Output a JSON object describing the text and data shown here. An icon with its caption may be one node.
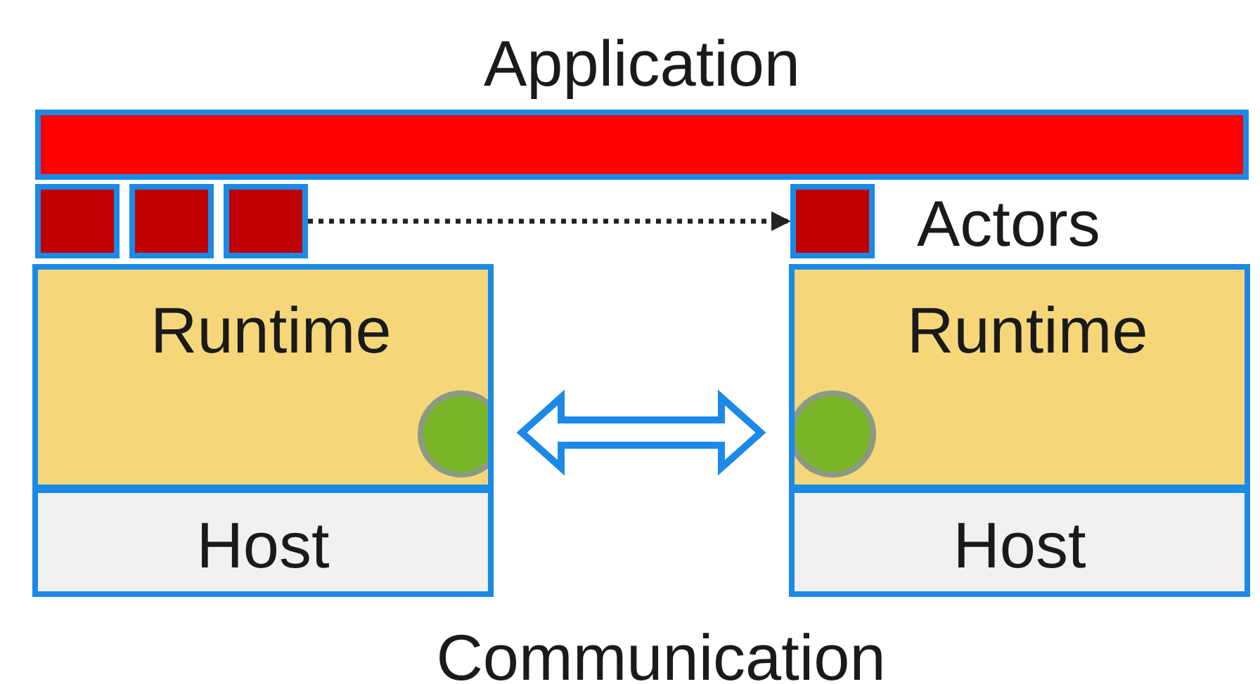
{
  "diagram": {
    "nodes": [
      {
        "text": [
          "Application"
        ]
      },
      {
        "text": [],
        "shape": "box"
      },
      {
        "text": [],
        "shape": "box"
      },
      {
        "text": [],
        "shape": "box"
      },
      {
        "text": [],
        "shape": "box"
      },
      {
        "text": [
          "Runtime"
        ]
      },
      {
        "text": [],
        "shape": "circle",
        "in": 5
      },
      {
        "text": [
          "Host"
        ]
      },
      {
        "text": [
          "Runtime"
        ]
      },
      {
        "text": [],
        "shape": "circle",
        "in": 8
      },
      {
        "text": [
          "Host"
        ]
      }
    ],
    "edges": [
      {
        "from": 3,
        "to": 4,
        "arrow": "to",
        "style": "dashed"
      },
      {
        "from": 6,
        "to": 9,
        "arrow": "both",
        "style": "thick",
        "color": "#1a8ae6"
      }
    ],
    "labels": [
      "Actors",
      "Communication"
    ]
  }
}
